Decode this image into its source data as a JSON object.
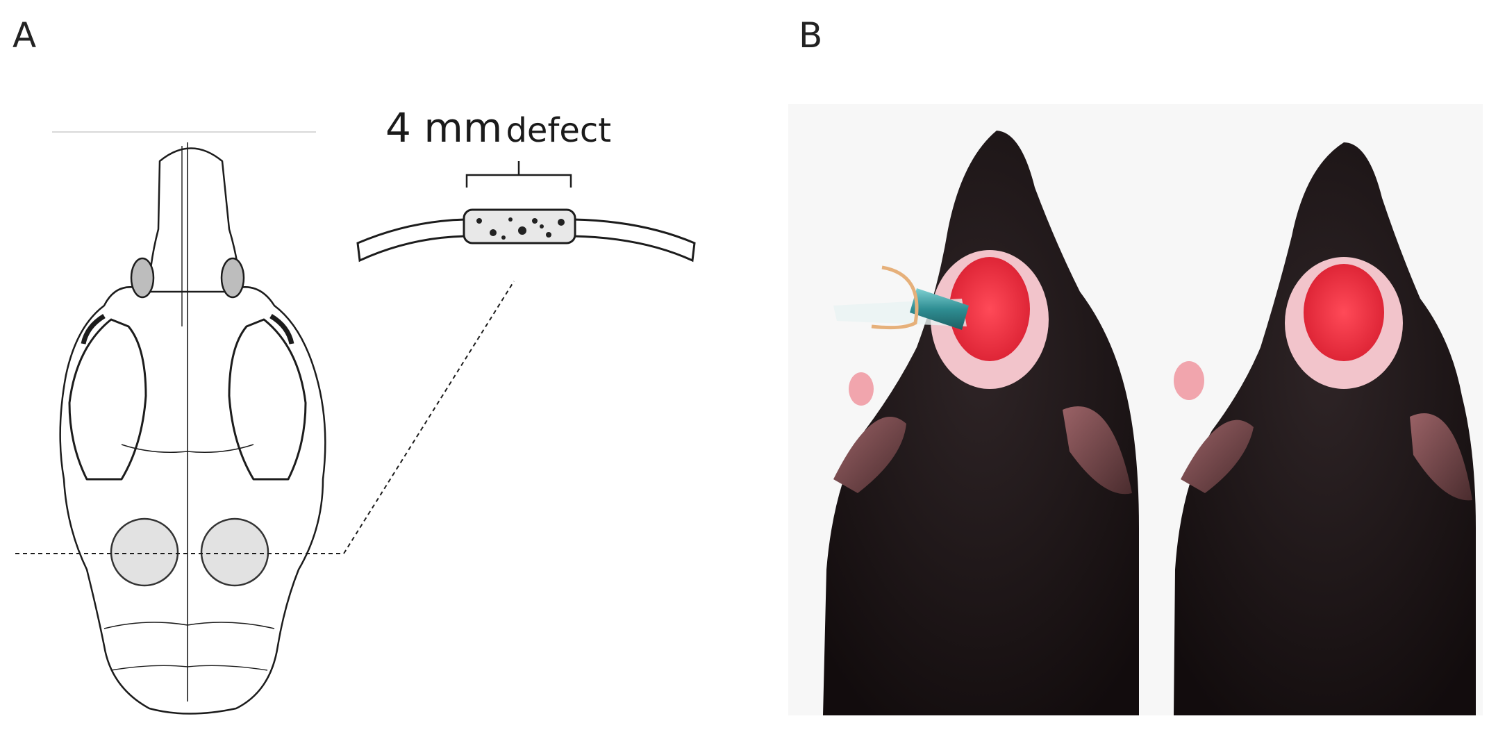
{
  "panels": {
    "a_label": "A",
    "b_label": "B"
  },
  "annotation": {
    "size": "4 mm",
    "word": "defect"
  },
  "colors": {
    "skull_line": "#1c1c1c",
    "defect_fill": "#e2e2e2",
    "mouse_fur": "#1e1517",
    "ear": "#7a4b4e",
    "wound": "#e8283a",
    "wound_rim": "#f4d8dc",
    "pipette": "#4aa9ad",
    "pipette_tip": "#e6b07a"
  }
}
